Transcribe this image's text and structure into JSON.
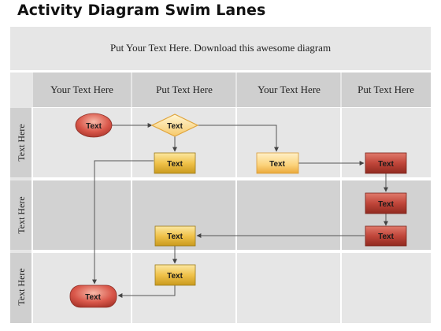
{
  "title": "Activity Diagram Swim Lanes",
  "subtitle": "Put Your Text Here. Download this awesome diagram",
  "columns": [
    "Your Text Here",
    "Put Text Here",
    "Your Text Here",
    "Put Text Here"
  ],
  "lanes": [
    "Text Here",
    "Text Here",
    "Text Here"
  ],
  "nodes": {
    "start": "Text",
    "decision": "Text",
    "box_a": "Text",
    "box_b": "Text",
    "box_c": "Text",
    "box_d": "Text",
    "box_e": "Text",
    "box_f": "Text",
    "box_g": "Text",
    "end": "Text"
  },
  "colors": {
    "yellow": "#f2c64a",
    "light_orange": "#fbd78a",
    "red": "#c0463a",
    "start_oval": "#d9574a",
    "header_gray": "#cfcfcf",
    "lane_light": "#e6e6e6",
    "lane_dark": "#d2d2d2"
  }
}
